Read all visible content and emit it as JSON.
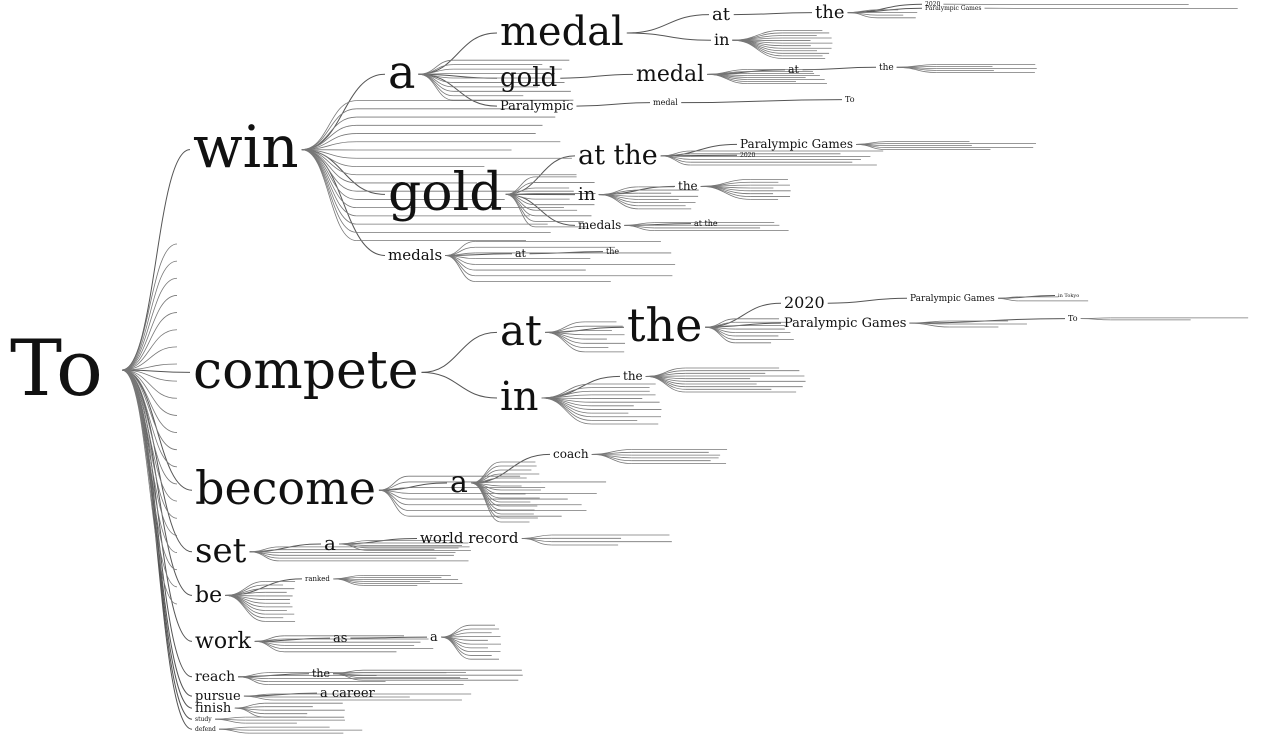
{
  "tree": {
    "root": "To",
    "nodes": [
      {
        "id": "win",
        "label": "win",
        "parent": "root"
      },
      {
        "id": "a1",
        "label": "a",
        "parent": "win"
      },
      {
        "id": "medal1",
        "label": "medal",
        "parent": "a1"
      },
      {
        "id": "at1",
        "label": "at",
        "parent": "medal1"
      },
      {
        "id": "the1",
        "label": "the",
        "parent": "at1"
      },
      {
        "id": "y2020a",
        "label": "2020",
        "parent": "the1"
      },
      {
        "id": "pg1",
        "label": "Paralympic Games",
        "parent": "the1"
      },
      {
        "id": "in1",
        "label": "in",
        "parent": "medal1"
      },
      {
        "id": "gold1",
        "label": "gold",
        "parent": "a1"
      },
      {
        "id": "medal2",
        "label": "medal",
        "parent": "gold1"
      },
      {
        "id": "at2",
        "label": "at",
        "parent": "medal2"
      },
      {
        "id": "the2",
        "label": "the",
        "parent": "at2"
      },
      {
        "id": "para1",
        "label": "Paralympic",
        "parent": "a1"
      },
      {
        "id": "medal3",
        "label": "medal",
        "parent": "para1"
      },
      {
        "id": "to2",
        "label": "To",
        "parent": "medal3"
      },
      {
        "id": "gold2",
        "label": "gold",
        "parent": "win"
      },
      {
        "id": "atthe1",
        "label": "at the",
        "parent": "gold2"
      },
      {
        "id": "pg2",
        "label": "Paralympic Games",
        "parent": "atthe1"
      },
      {
        "id": "y2020b",
        "label": "2020",
        "parent": "atthe1"
      },
      {
        "id": "in2",
        "label": "in",
        "parent": "gold2"
      },
      {
        "id": "the3",
        "label": "the",
        "parent": "in2"
      },
      {
        "id": "medals1",
        "label": "medals",
        "parent": "gold2"
      },
      {
        "id": "atthe2",
        "label": "at the",
        "parent": "medals1"
      },
      {
        "id": "medals2",
        "label": "medals",
        "parent": "win"
      },
      {
        "id": "at3",
        "label": "at",
        "parent": "medals2"
      },
      {
        "id": "the4",
        "label": "the",
        "parent": "at3"
      },
      {
        "id": "compete",
        "label": "compete",
        "parent": "root"
      },
      {
        "id": "at4",
        "label": "at",
        "parent": "compete"
      },
      {
        "id": "the5",
        "label": "the",
        "parent": "at4"
      },
      {
        "id": "y2020c",
        "label": "2020",
        "parent": "the5"
      },
      {
        "id": "pg3",
        "label": "Paralympic Games",
        "parent": "y2020c"
      },
      {
        "id": "intokyo",
        "label": "in Tokyo",
        "parent": "pg3"
      },
      {
        "id": "pg4",
        "label": "Paralympic Games",
        "parent": "the5"
      },
      {
        "id": "to3",
        "label": "To",
        "parent": "pg4"
      },
      {
        "id": "in3",
        "label": "in",
        "parent": "compete"
      },
      {
        "id": "the6",
        "label": "the",
        "parent": "in3"
      },
      {
        "id": "become",
        "label": "become",
        "parent": "root"
      },
      {
        "id": "a2",
        "label": "a",
        "parent": "become"
      },
      {
        "id": "coach",
        "label": "coach",
        "parent": "a2"
      },
      {
        "id": "set",
        "label": "set",
        "parent": "root"
      },
      {
        "id": "a3",
        "label": "a",
        "parent": "set"
      },
      {
        "id": "wr",
        "label": "world record",
        "parent": "a3"
      },
      {
        "id": "be",
        "label": "be",
        "parent": "root"
      },
      {
        "id": "ranked",
        "label": "ranked",
        "parent": "be"
      },
      {
        "id": "work",
        "label": "work",
        "parent": "root"
      },
      {
        "id": "as1",
        "label": "as",
        "parent": "work"
      },
      {
        "id": "a4",
        "label": "a",
        "parent": "as1"
      },
      {
        "id": "reach",
        "label": "reach",
        "parent": "root"
      },
      {
        "id": "the7",
        "label": "the",
        "parent": "reach"
      },
      {
        "id": "pursue",
        "label": "pursue",
        "parent": "root"
      },
      {
        "id": "career",
        "label": "a career",
        "parent": "pursue"
      },
      {
        "id": "finish",
        "label": "finish",
        "parent": "root"
      },
      {
        "id": "study",
        "label": "study",
        "parent": "root"
      },
      {
        "id": "defend",
        "label": "defend",
        "parent": "root"
      }
    ]
  }
}
